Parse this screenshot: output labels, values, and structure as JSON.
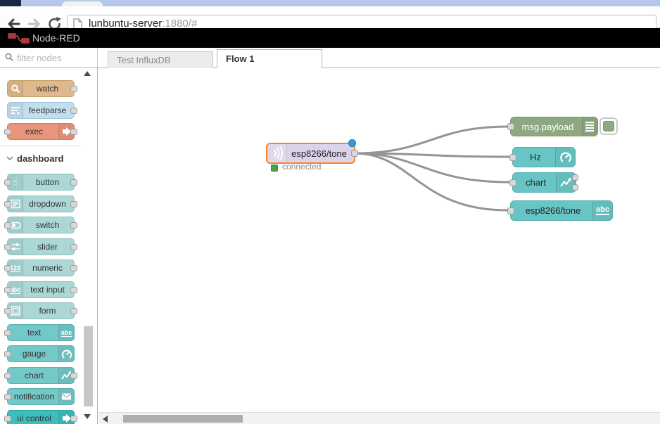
{
  "browser": {
    "url_host": "lunbuntu-server",
    "url_suffix": ":1880/#",
    "back_icon": "back-arrow",
    "forward_icon": "forward-arrow",
    "refresh_icon": "refresh"
  },
  "header": {
    "title": "Node-RED",
    "logo": "node-red-logo",
    "background": "#000000"
  },
  "tabs": [
    {
      "label": "Test InfluxDB",
      "active": false
    },
    {
      "label": "Flow 1",
      "active": true
    }
  ],
  "palette": {
    "filter_placeholder": "filter nodes",
    "category_label": "dashboard",
    "nodes": [
      {
        "label": "watch",
        "icon": "magnifier-icon",
        "color": "#dfb98c"
      },
      {
        "label": "feedparse",
        "icon": "feed-icon",
        "color": "#c3dfee"
      },
      {
        "label": "exec",
        "icon": "arrow-icon",
        "color": "#e8957c"
      },
      {
        "label": "button",
        "icon": "hand-pointer-icon",
        "color": "#abd7d7"
      },
      {
        "label": "dropdown",
        "icon": "list-box-icon",
        "color": "#abd7d7"
      },
      {
        "label": "switch",
        "icon": "toggle-icon",
        "color": "#abd7d7"
      },
      {
        "label": "slider",
        "icon": "sliders-icon",
        "color": "#abd7d7"
      },
      {
        "label": "numeric",
        "icon": "123-icon",
        "color": "#abd7d7"
      },
      {
        "label": "text input",
        "icon": "abc-icon",
        "color": "#abd7d7"
      },
      {
        "label": "form",
        "icon": "form-icon",
        "color": "#abd7d7"
      },
      {
        "label": "text",
        "icon": "abc-icon",
        "color": "#73c8c8"
      },
      {
        "label": "gauge",
        "icon": "gauge-icon",
        "color": "#73c8c8"
      },
      {
        "label": "chart",
        "icon": "line-chart-icon",
        "color": "#73c8c8"
      },
      {
        "label": "notification",
        "icon": "envelope-icon",
        "color": "#73c8c8"
      },
      {
        "label": "ui control",
        "icon": "arrow-icon",
        "color": "#3fbcbc"
      }
    ]
  },
  "flow": {
    "source_node": {
      "label": "esp8266/tone",
      "status": "connected",
      "status_color": "#44a544",
      "selected_border": "#ff8324",
      "fill": "#dcd2ea",
      "icon": "broadcast-waves-icon",
      "changed_indicator_color": "#2b9fde"
    },
    "nodes": [
      {
        "label": "msg.payload",
        "type": "debug",
        "fill": "#8ea881",
        "icon": "debug-lines-icon"
      },
      {
        "label": "Hz",
        "type": "gauge",
        "fill": "#68c5c5",
        "icon": "gauge-icon"
      },
      {
        "label": "chart",
        "type": "chart",
        "fill": "#68c5c5",
        "icon": "line-chart-icon"
      },
      {
        "label": "esp8266/tone",
        "type": "text",
        "fill": "#68c5c5",
        "icon": "abc-icon"
      }
    ],
    "connections": [
      {
        "from": "esp8266/tone",
        "to": "msg.payload"
      },
      {
        "from": "esp8266/tone",
        "to": "Hz"
      },
      {
        "from": "esp8266/tone",
        "to": "chart"
      },
      {
        "from": "esp8266/tone",
        "to": "esp8266/tone (text)"
      }
    ],
    "wire_color": "#949494"
  },
  "icons": {
    "abc": "abc",
    "num": "123",
    "hand": "☝"
  }
}
